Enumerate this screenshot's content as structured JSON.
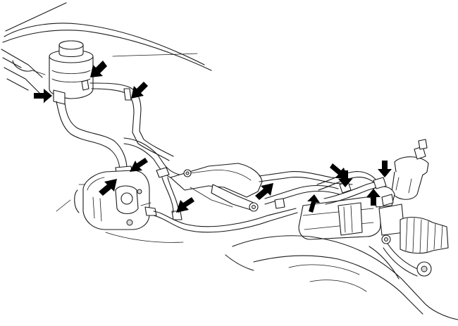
{
  "figure": {
    "title": "",
    "caption": ""
  },
  "colors": {
    "line": "#1a1a1a",
    "arrow": "#000000",
    "background": "#ffffff"
  },
  "callouts": [
    {
      "name": "arrow-reservoir-outlet-clamp"
    },
    {
      "name": "arrow-reservoir-return-hose"
    },
    {
      "name": "arrow-reservoir-bracket"
    },
    {
      "name": "arrow-pump-inlet-union"
    },
    {
      "name": "arrow-pump-pressure-union"
    },
    {
      "name": "arrow-pressure-tube-clamp"
    },
    {
      "name": "arrow-crossmember-tube-clamp"
    },
    {
      "name": "arrow-return-tube-bracket"
    },
    {
      "name": "arrow-gear-return-hose-clamp-top"
    },
    {
      "name": "arrow-gear-return-hose-clamp-bottom"
    },
    {
      "name": "arrow-gear-pressure-union-top"
    },
    {
      "name": "arrow-gear-pressure-union-bottom"
    }
  ]
}
